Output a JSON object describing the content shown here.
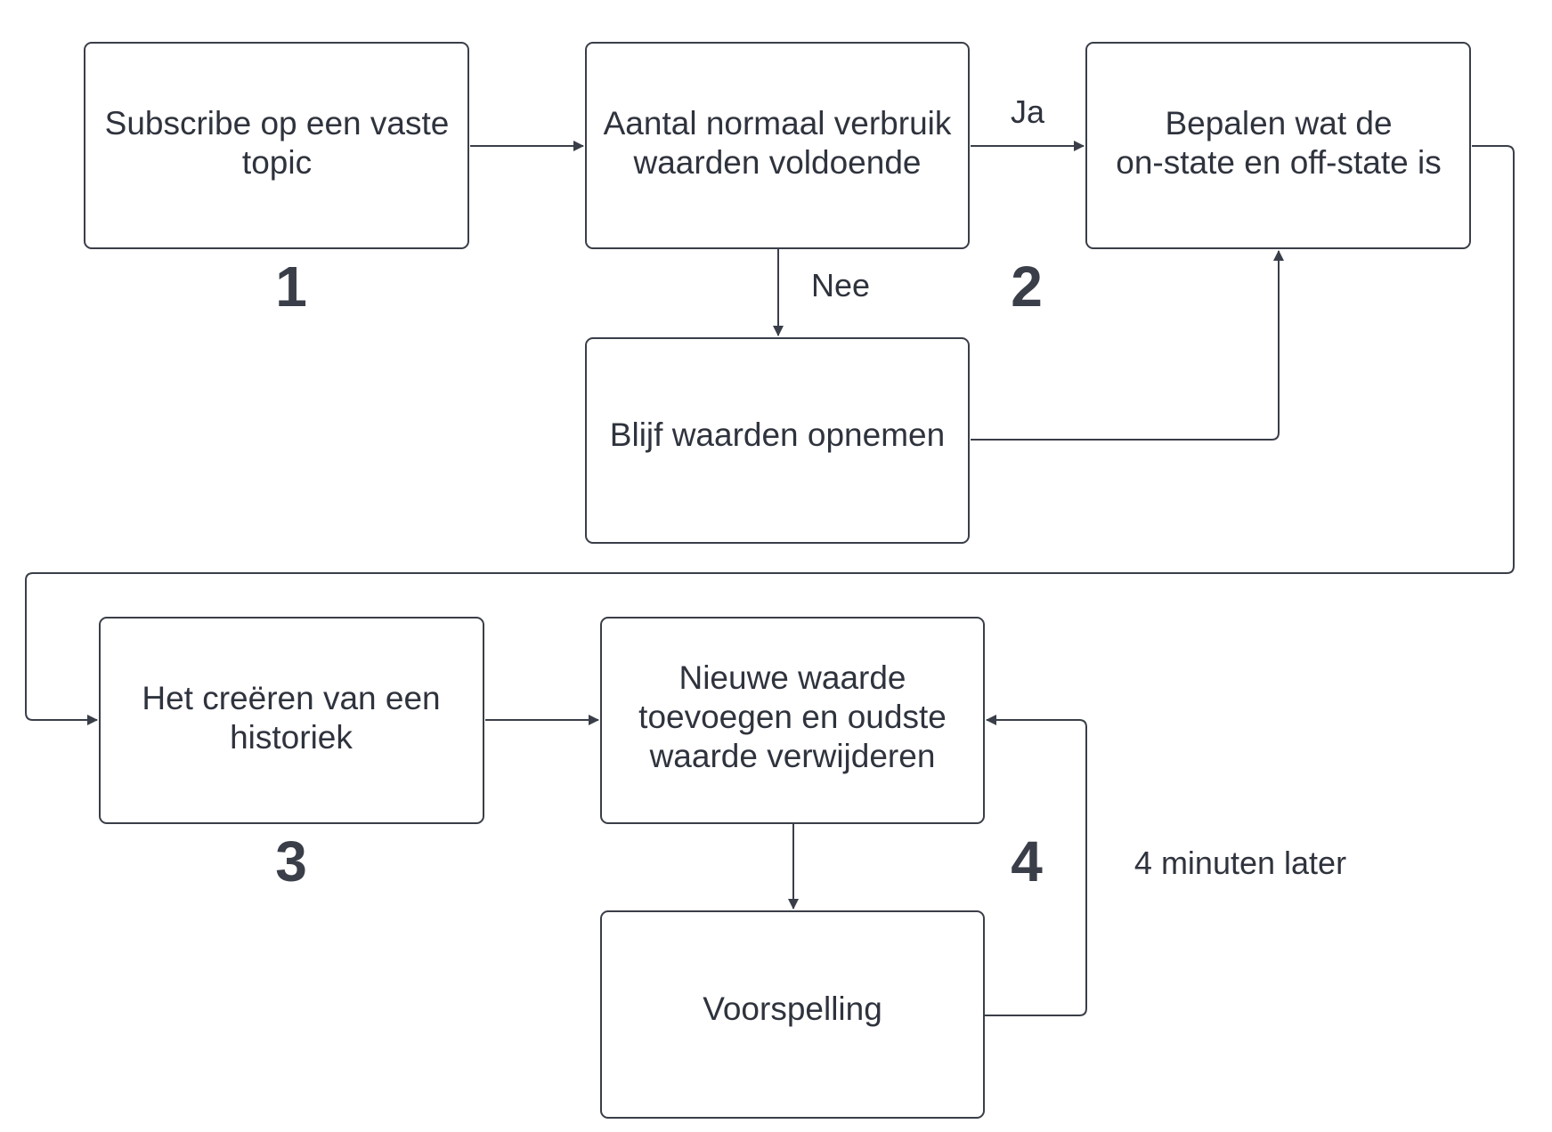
{
  "boxes": {
    "subscribe": [
      "Subscribe op een vaste",
      "topic"
    ],
    "check_count": [
      "Aantal normaal verbruik",
      "waarden voldoende"
    ],
    "determine_state": [
      "Bepalen wat de",
      "on-state en off-state is"
    ],
    "keep_recording": [
      "Blijf waarden opnemen"
    ],
    "create_history": [
      "Het creëren van een",
      "historiek"
    ],
    "update_values": [
      "Nieuwe waarde",
      "toevoegen en oudste",
      "waarde verwijderen"
    ],
    "prediction": [
      "Voorspelling"
    ]
  },
  "labels": {
    "yes": "Ja",
    "no": "Nee",
    "interval": "4 minuten later"
  },
  "steps": [
    "1",
    "2",
    "3",
    "4"
  ],
  "colors": {
    "stroke": "#3a3e48",
    "text": "#2f333d",
    "background": "#ffffff"
  }
}
